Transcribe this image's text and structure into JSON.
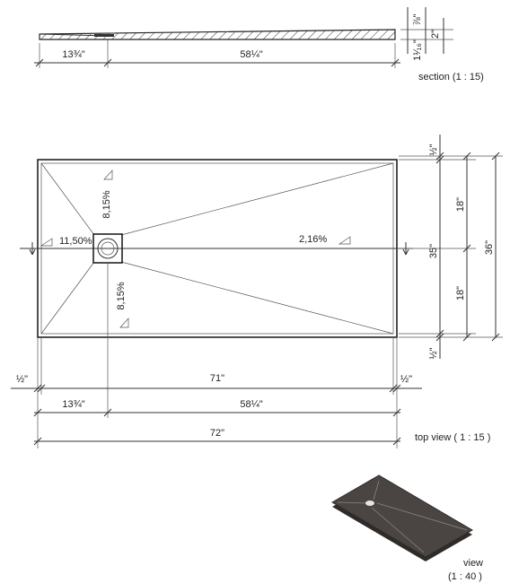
{
  "section": {
    "caption": "section (1 : 15)",
    "dim_left": "13¾\"",
    "dim_right": "58¼\"",
    "thick_top": "⅞\"",
    "thick_bottom": "1¹⁄₁₆\"",
    "thick_total": "2\""
  },
  "top_view": {
    "caption": "top view ( 1 : 15 )",
    "slope_drain_top": "8,15%",
    "slope_drain_bottom": "8,15%",
    "slope_left": "11,50%",
    "slope_right": "2,16%",
    "dim_half_left": "½\"",
    "dim_inner": "71\"",
    "dim_half_right": "½\"",
    "dim_left": "13¾\"",
    "dim_right": "58¼\"",
    "dim_total": "72\"",
    "dim_half_top": "½\"",
    "dim_18_top": "18\"",
    "dim_18_bottom": "18\"",
    "dim_half_bottom": "½\"",
    "dim_35": "35\"",
    "dim_36": "36\""
  },
  "view": {
    "caption_line1": "view",
    "caption_line2": "(1 : 40 )"
  },
  "colors": {
    "line": "#333333",
    "tray_dark": "#4a4543",
    "tray_edge": "#2f2b29"
  }
}
